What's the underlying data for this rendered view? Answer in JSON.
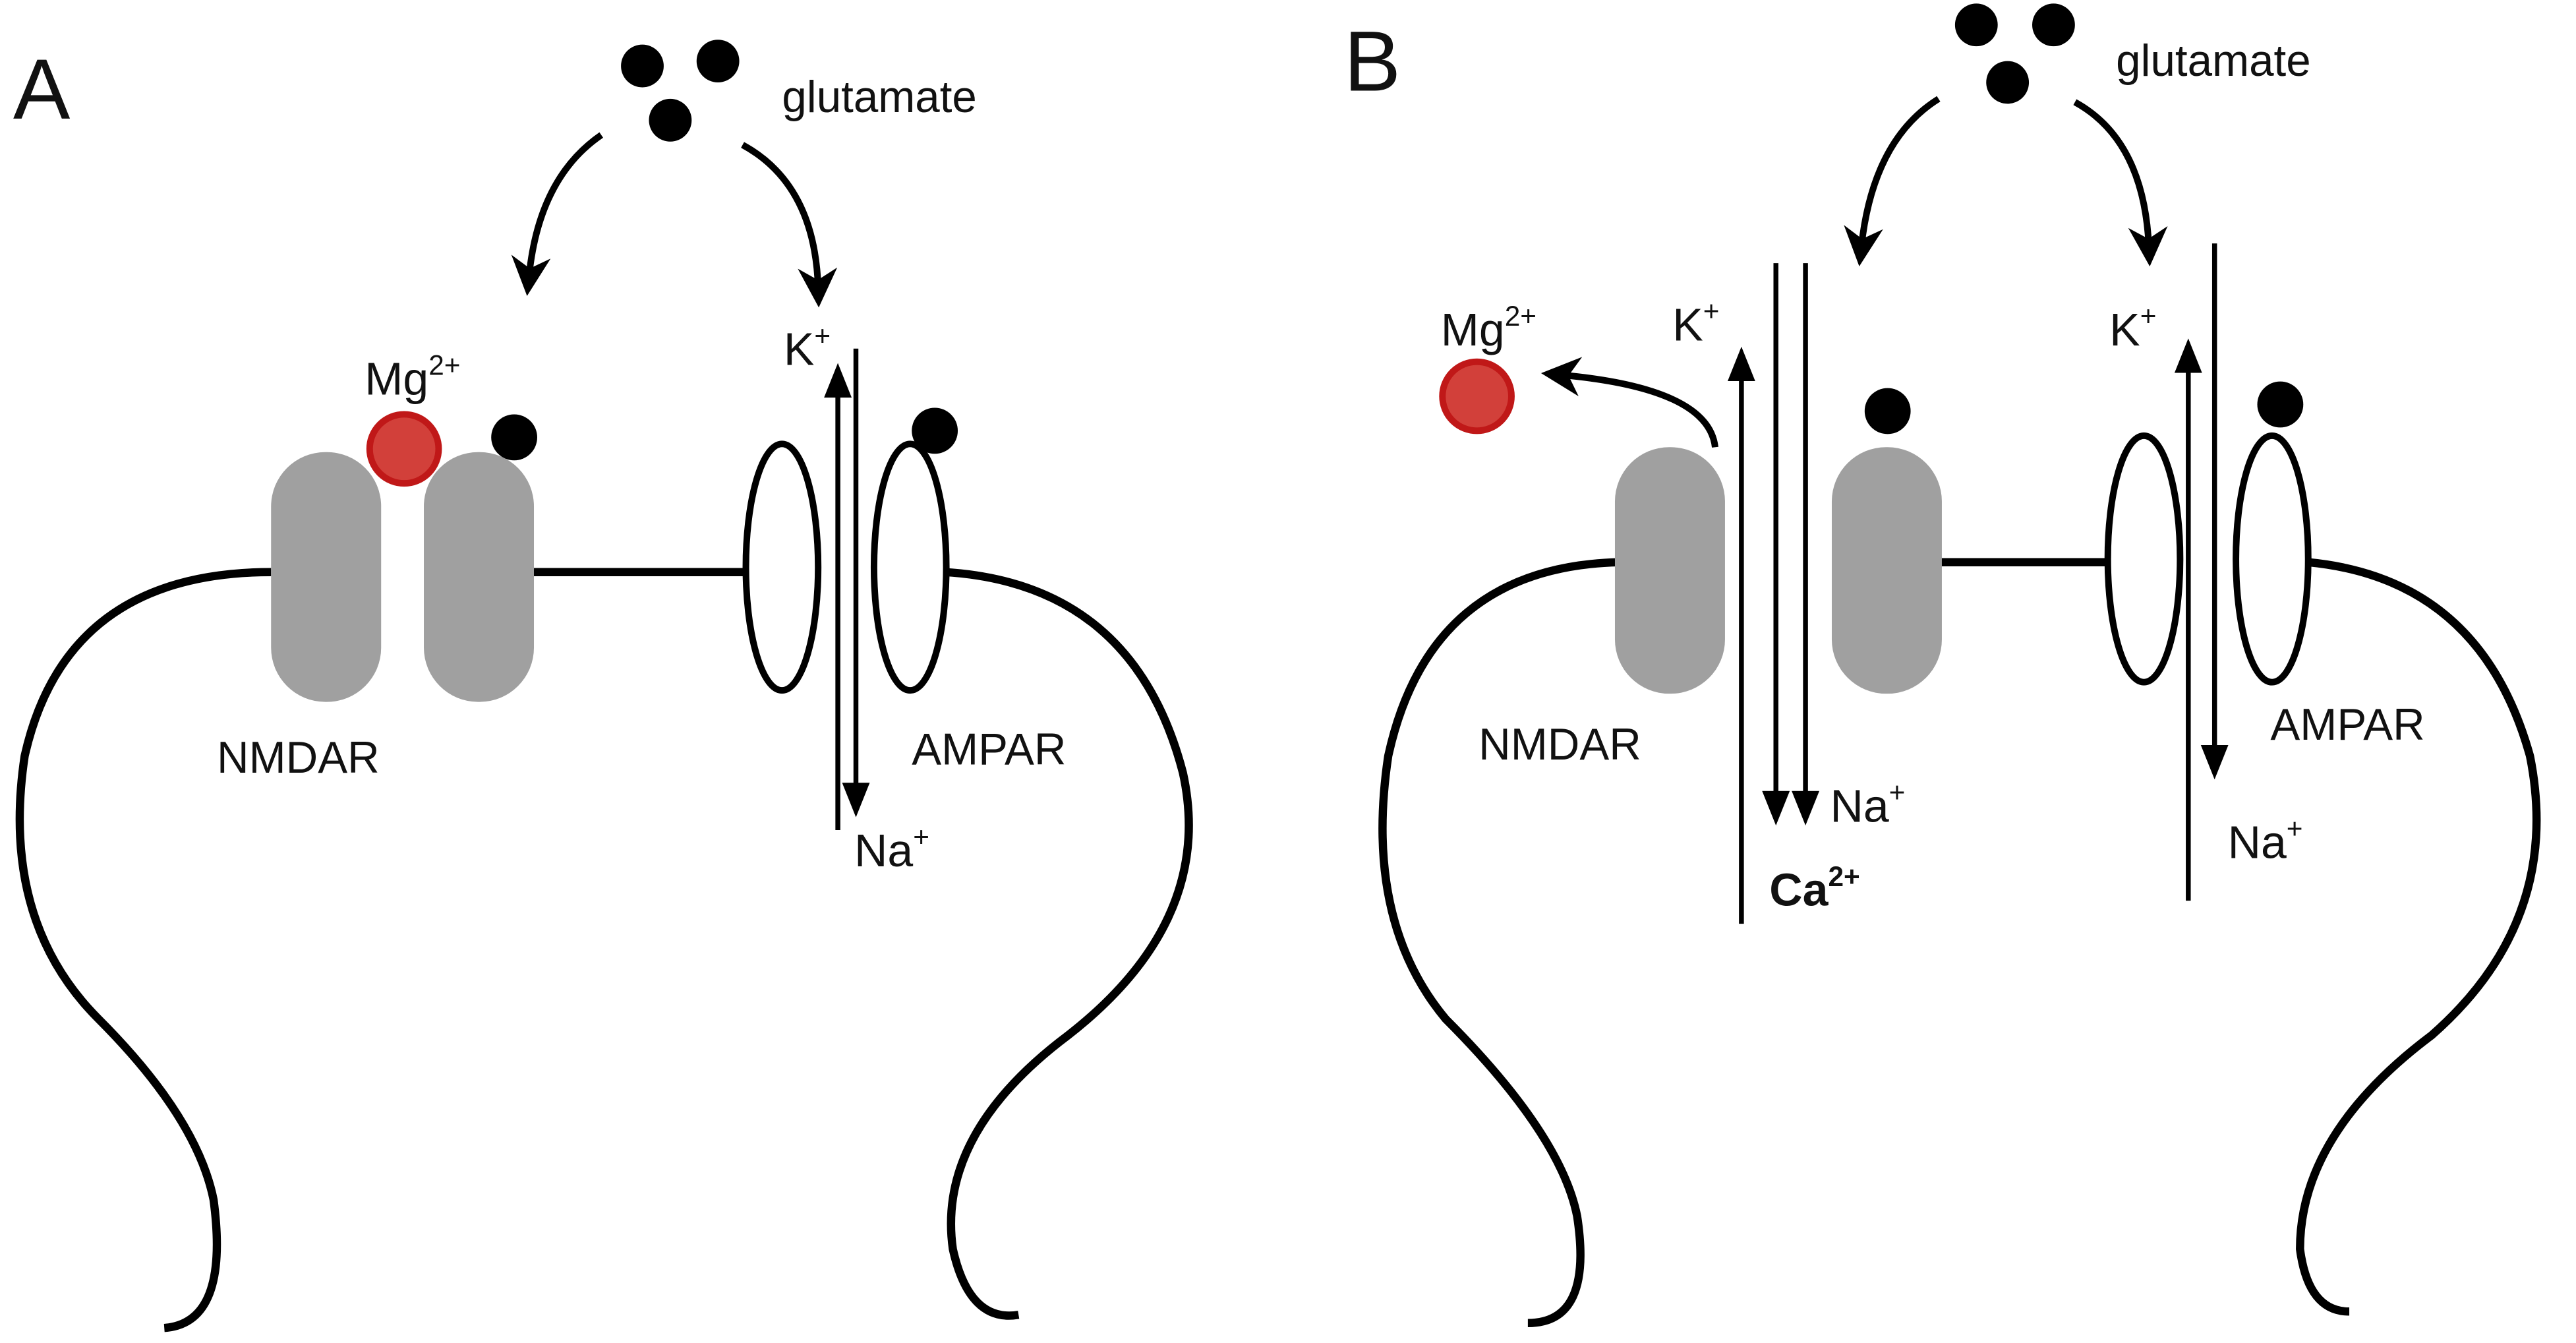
{
  "figure": {
    "panels": [
      {
        "letter": "A",
        "glutamate_label": "glutamate",
        "nmdar": {
          "label": "NMDAR",
          "blocker": {
            "ion": "Mg",
            "charge": "2+"
          },
          "state": "blocked"
        },
        "ampar": {
          "label": "AMPAR",
          "ions": [
            {
              "ion": "K",
              "charge": "+",
              "direction": "out"
            },
            {
              "ion": "Na",
              "charge": "+",
              "direction": "in"
            }
          ]
        }
      },
      {
        "letter": "B",
        "glutamate_label": "glutamate",
        "nmdar": {
          "label": "NMDAR",
          "blocker": {
            "ion": "Mg",
            "charge": "2+"
          },
          "state": "open",
          "ions": [
            {
              "ion": "K",
              "charge": "+",
              "direction": "out"
            },
            {
              "ion": "Na",
              "charge": "+",
              "direction": "in"
            },
            {
              "ion": "Ca",
              "charge": "2+",
              "direction": "in"
            }
          ]
        },
        "ampar": {
          "label": "AMPAR",
          "ions": [
            {
              "ion": "K",
              "charge": "+",
              "direction": "out"
            },
            {
              "ion": "Na",
              "charge": "+",
              "direction": "in"
            }
          ]
        }
      }
    ],
    "colors": {
      "receptor_gray": "#a0a0a0",
      "mg_fill": "#d2403a",
      "mg_stroke": "#c01818",
      "line": "#000000"
    }
  }
}
